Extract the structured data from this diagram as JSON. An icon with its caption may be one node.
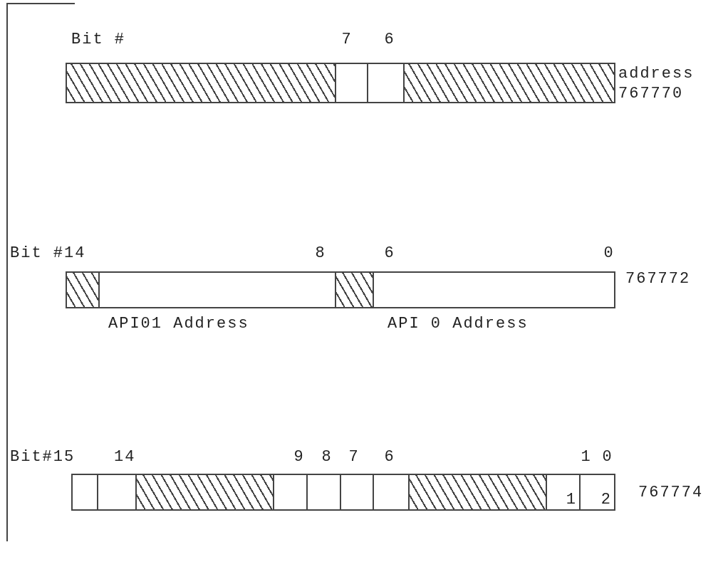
{
  "diagram": {
    "nodes": [
      {
        "text": [],
        "shape": "box"
      },
      {
        "text": [],
        "shape": "box"
      },
      {
        "text": [],
        "shape": "box"
      },
      {
        "text": [],
        "shape": "box"
      },
      {
        "text": [],
        "shape": "box"
      },
      {
        "text": [],
        "shape": "box"
      },
      {
        "text": [],
        "shape": "box"
      },
      {
        "text": [],
        "shape": "box"
      },
      {
        "text": [],
        "shape": "box"
      },
      {
        "text": [],
        "shape": "box"
      },
      {
        "text": [],
        "shape": "box"
      },
      {
        "text": [],
        "shape": "box"
      },
      {
        "text": [],
        "shape": "box"
      },
      {
        "text": [],
        "shape": "box"
      },
      {
        "text": [],
        "shape": "box"
      },
      {
        "text": [],
        "shape": "box"
      },
      {
        "text": [
          "1"
        ]
      },
      {
        "text": [
          "2"
        ]
      }
    ],
    "edges": [],
    "labels": [
      "Bit #",
      "7",
      "6",
      "address 767770",
      "Bit #14",
      "8",
      "6",
      "0",
      "767772",
      "API01 Address",
      "API 0 Address",
      "Bit#15",
      "14",
      "9",
      "8",
      "7",
      "6",
      "1",
      "0",
      "767774"
    ]
  }
}
